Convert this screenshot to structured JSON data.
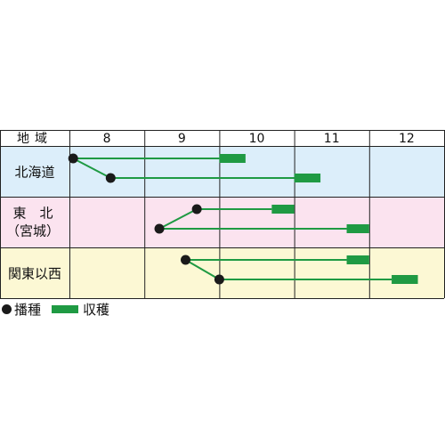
{
  "chart_data": {
    "type": "table",
    "title": "",
    "header_label": "地域",
    "months": [
      "8",
      "9",
      "10",
      "11",
      "12"
    ],
    "regions": [
      {
        "name": "北海道",
        "background": "#dceefa",
        "rows": [
          {
            "sowing": 8.05,
            "harvest": [
              10.0,
              10.35
            ]
          },
          {
            "sowing": 8.55,
            "harvest": [
              11.0,
              11.35
            ]
          }
        ]
      },
      {
        "name": "東北（宮城）",
        "label_lines": [
          "東　北",
          "（宮城）"
        ],
        "background": "#fbe3ef",
        "rows": [
          {
            "sowing": 9.7,
            "harvest": [
              10.7,
              11.0
            ]
          },
          {
            "sowing": 9.2,
            "harvest": [
              11.7,
              12.0
            ]
          }
        ]
      },
      {
        "name": "関東以西",
        "background": "#fcf8d4",
        "rows": [
          {
            "sowing": 9.55,
            "harvest": [
              11.7,
              12.0
            ]
          },
          {
            "sowing": 10.0,
            "harvest": [
              12.3,
              12.65
            ]
          }
        ]
      }
    ],
    "legend": {
      "sowing": "播種",
      "harvest": "収穫"
    },
    "colors": {
      "line": "#1f9a43",
      "dot": "#1a1a1a",
      "header_bg": "#ffffff",
      "grid": "#222222"
    }
  }
}
